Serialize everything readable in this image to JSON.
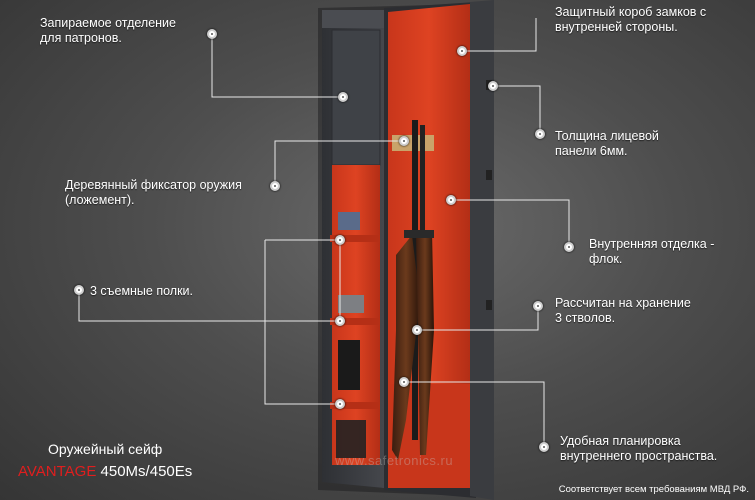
{
  "callouts": {
    "ammo": "Запираемое отделение\nдля патронов.",
    "lock_box": "Защитный короб  замков с\nвнутренней стороны.",
    "front_panel": "Толщина лицевой\nпанели 6мм.",
    "wood_holder": "Деревянный фиксатор оружия\n(ложемент).",
    "flock": "Внутренняя отделка -\nфлок.",
    "shelves": "3 съемные полки.",
    "barrels": "Рассчитан на хранение\n3 стволов.",
    "layout": "Удобная планировка\nвнутреннего пространства."
  },
  "footer": {
    "title": "Оружейный сейф",
    "brand": "AVANTAGE",
    "model": "450Ms/450Es",
    "compliance": "Соответствует всем требованиям МВД РФ."
  },
  "watermark": "www.safetronics.ru",
  "colors": {
    "interior": "#d63a1e",
    "body": "#3c3e42",
    "brand": "#e01e1e"
  }
}
